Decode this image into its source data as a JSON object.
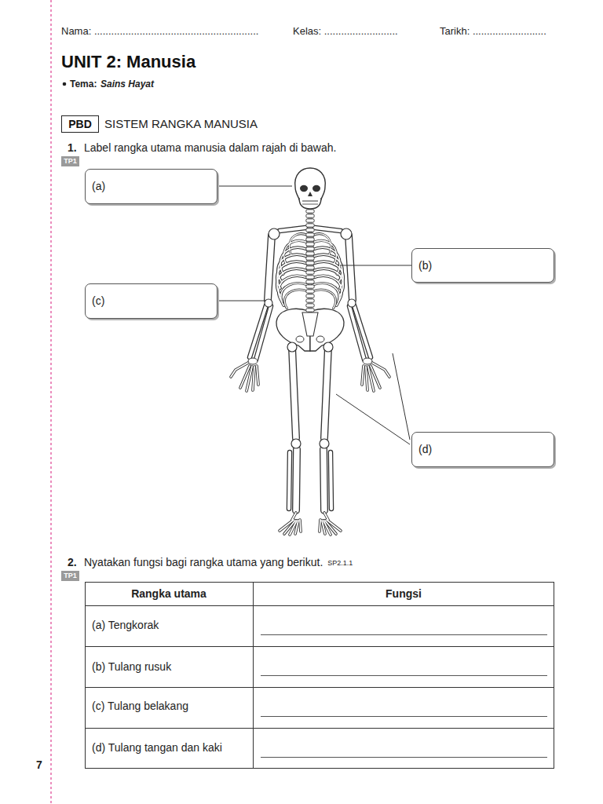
{
  "diagram": {
    "title": "UNIT 2: Manusia",
    "nodes": [
      {
        "text": [
          "PBD"
        ]
      },
      {
        "text": [
          "TP1"
        ]
      },
      {
        "text": [
          "(a)"
        ]
      },
      {
        "text": [
          "(b)"
        ]
      },
      {
        "text": [
          "(c)"
        ]
      },
      {
        "text": [
          "(d)"
        ]
      },
      {
        "text": [
          "TP1"
        ]
      }
    ],
    "labels": [
      "Nama: ..........................................................",
      "Kelas: ..........................",
      "Tarikh: ..........................",
      "Tema:",
      "Sains Hayat",
      "SISTEM RANGKA MANUSIA",
      "1.",
      "Label rangka utama manusia dalam rajah di bawah.",
      "2.",
      "Nyatakan fungsi bagi rangka utama yang berikut.",
      "SP2.1.1",
      "Rangka utama",
      "Fungsi",
      "(a) Tengkorak",
      "(b) Tulang rusuk",
      "(c) Tulang belakang",
      "(d) Tulang tangan dan kaki",
      "7"
    ]
  }
}
